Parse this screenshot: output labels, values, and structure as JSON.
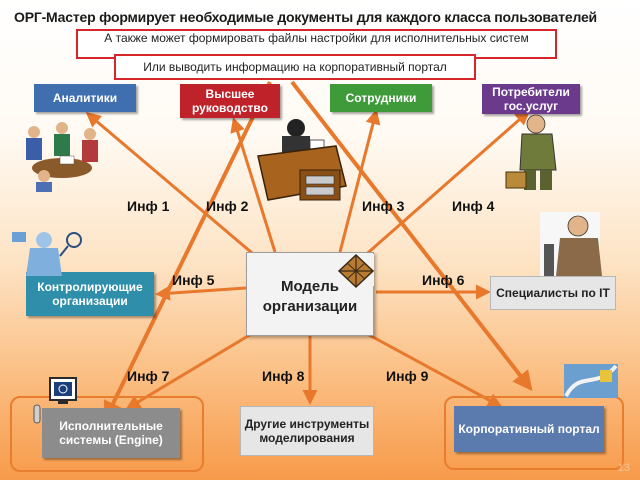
{
  "title": "ОРГ-Мастер формирует необходимые документы для каждого класса пользователей",
  "notes": {
    "note1": "А также может формировать файлы настройки для исполнительных систем",
    "note2": "Или выводить информацию на корпоративный портал"
  },
  "boxes": {
    "analysts": "Аналитики",
    "top_management": "Высшее руководство",
    "employees": "Сотрудники",
    "gov_consumers": "Потребители гос.услуг",
    "control": "Контролирующие организации",
    "it_specialists": "Специалисты по IT",
    "center": "Модель организации",
    "exec_systems": "Исполнительные системы (Engine)",
    "other_tools": "Другие инструменты моделирования",
    "portal": "Корпоративный портал"
  },
  "inf_labels": {
    "inf1": "Инф 1",
    "inf2": "Инф 2",
    "inf3": "Инф 3",
    "inf4": "Инф 4",
    "inf5": "Инф 5",
    "inf6": "Инф 6",
    "inf7": "Инф 7",
    "inf8": "Инф 8",
    "inf9": "Инф 9"
  },
  "page_number": "13",
  "colors": {
    "arrow": "#e8782c",
    "note_border": "#d7262b",
    "frame": "#e87d2e"
  }
}
